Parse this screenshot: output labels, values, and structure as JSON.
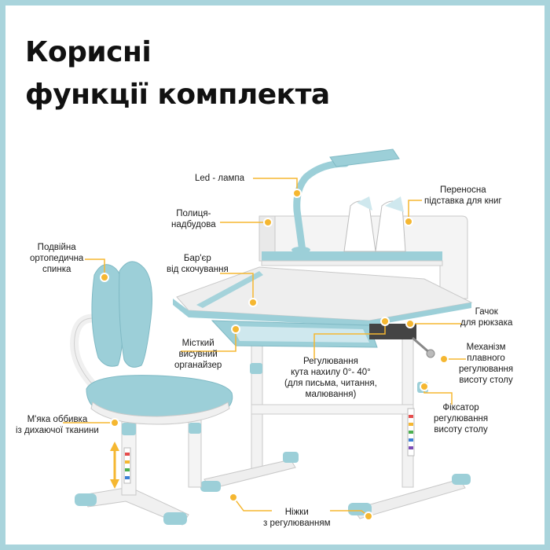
{
  "title": {
    "line1": "Корисні",
    "line2": "функції комплекта"
  },
  "colors": {
    "accent": "#f5b731",
    "frame": "#a9d4dc",
    "furniture_blue": "#9ccfd8",
    "white": "#ffffff"
  },
  "callouts": {
    "led_lamp": "Led - лампа",
    "book_stand_1": "Переносна",
    "book_stand_2": "підставка для книг",
    "shelf_1": "Полиця-",
    "shelf_2": "надбудова",
    "backrest_1": "Подвійна",
    "backrest_2": "ортопедична",
    "backrest_3": "спинка",
    "barrier_1": "Бар'єр",
    "barrier_2": "від скочування",
    "hook_1": "Гачок",
    "hook_2": "для рюкзака",
    "drawer_1": "Місткий",
    "drawer_2": "висувний",
    "drawer_3": "органайзер",
    "tilt_1": "Регулювання",
    "tilt_2": "кута нахилу 0°- 40°",
    "tilt_3": "(для письма, читання,",
    "tilt_4": "малювання)",
    "mechanism_1": "Механізм",
    "mechanism_2": "плавного",
    "mechanism_3": "регулювання",
    "mechanism_4": "висоту столу",
    "lock_1": "Фіксатор",
    "lock_2": "регулювання",
    "lock_3": "висоту столу",
    "fabric_1": "М'яка оббивка",
    "fabric_2": "із дихаючої тканини",
    "legs_1": "Ніжки",
    "legs_2": "з регулюванням"
  }
}
